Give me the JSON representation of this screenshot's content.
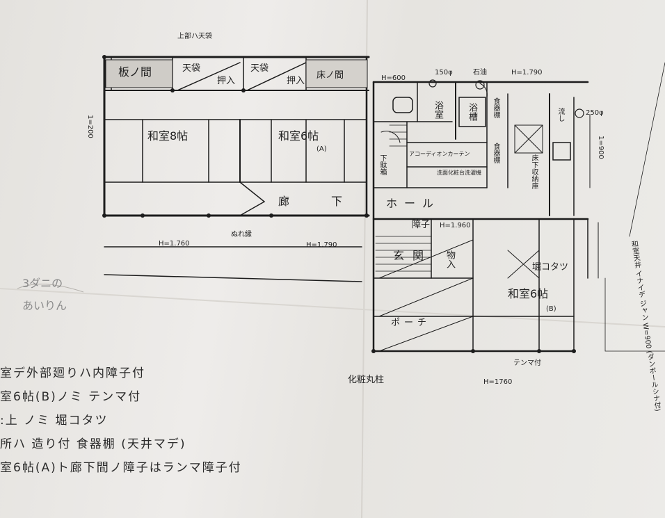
{
  "labels": {
    "top_note": "上部ハ天袋",
    "itanoma": "板ノ間",
    "tenbukuro1": "天袋",
    "tenbukuro2": "天袋",
    "oshiire1": "押入",
    "oshiire2": "押入",
    "tokonoma": "床ノ間",
    "h600": "H=600",
    "dim_150": "150φ",
    "sekiyu": "石油",
    "h1790_top": "H=1.790",
    "dim_250": "250φ",
    "washitsu8": "和室8帖",
    "washitsu6a": "和室6帖",
    "washitsu6a_sub": "(A)",
    "yokushitsu": "浴室",
    "yokusou": "浴槽",
    "shokki": "食器棚",
    "shokusan": "食器棚",
    "ryuushi": "流し",
    "dim_left_v": "1=200",
    "dim_right_v": "1=900",
    "curtain": "アコーディオンカーテン",
    "senmen": "洗面化粧台",
    "sentaku": "洗濯機",
    "shitabako": "下駄箱",
    "yukashita": "床下収納庫",
    "rouka": "廊下",
    "hall": "ホール",
    "shouji": "障子",
    "h1960_mid": "H=1.960",
    "h1760_left": "H=1.760",
    "en_label": "ぬれ縁",
    "h1790_mid": "H=1.790",
    "genkan": "玄関",
    "monooki": "物入",
    "horigotatsu": "堀コタツ",
    "washitsu6b": "和室6帖",
    "washitsu6b_sub": "(B)",
    "porch": "ポーチ",
    "tenma": "テンマ付",
    "keshou": "化粧丸柱",
    "h1760_bottom": "H=1760",
    "pencil_note1": "3ダニの",
    "pencil_note2": "あいりん",
    "right_vertical_note": "和室天井 イナイデ ジャン W=900 (ダンボールシナ付)"
  },
  "notes": [
    "室デ外部廻りハ内障子付",
    "室6帖(B)ノミ テンマ付",
    ":上        ノミ 堀コタツ",
    "所ハ 造り付 食器棚 (天井マデ)",
    "室6帖(A)ト廊下間ノ障子はランマ障子付"
  ],
  "colors": {
    "ink": "#1c1c1c",
    "paper": "#e9e7e3",
    "pencil": "#8a8a8a"
  }
}
